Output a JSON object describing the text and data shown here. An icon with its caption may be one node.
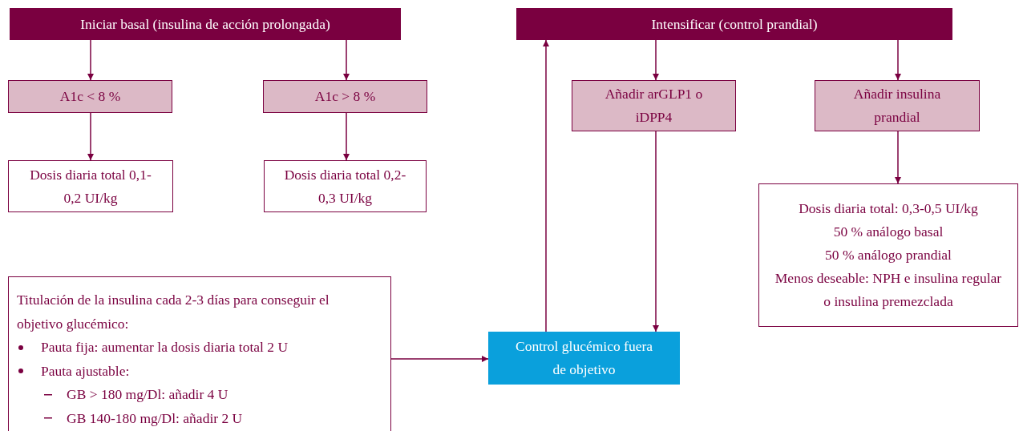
{
  "diagram": {
    "nodes": [
      {
        "text": [
          "Iniciar basal (insulina de acción prolongada)"
        ]
      },
      {
        "text": [
          "A1c < 8 %"
        ]
      },
      {
        "text": [
          "A1c > 8 %"
        ]
      },
      {
        "text": [
          "Dosis diaria total 0,1-0,2 UI/kg"
        ]
      },
      {
        "text": [
          "Dosis diaria total 0,2-0,3 UI/kg"
        ]
      },
      {
        "text": [
          "Titulación de la insulina cada 2-3 días para conseguir el objetivo glucémico:",
          "Pauta fija: aumentar la dosis diaria total 2 U",
          "Pauta ajustable:",
          "GB > 180 mg/Dl: añadir 4 U",
          "GB 140-180 mg/Dl: añadir 2 U"
        ]
      },
      {
        "text": [
          "Control glucémico fuera de objetivo"
        ]
      },
      {
        "text": [
          "Intensificar (control prandial)"
        ]
      },
      {
        "text": [
          "Añadir arGLP1 o iDPP4"
        ]
      },
      {
        "text": [
          "Añadir insulina prandial"
        ]
      },
      {
        "text": [
          "Dosis diaria total: 0,3-0,5 UI/kg",
          "50 % análogo basal",
          "50 % análogo prandial",
          "Menos deseable: NPH e insulina regular o insulina premezclada"
        ]
      }
    ],
    "edges": [
      {
        "from": 0,
        "to": 1,
        "arrow": "to"
      },
      {
        "from": 0,
        "to": 2,
        "arrow": "to"
      },
      {
        "from": 1,
        "to": 3,
        "arrow": "to"
      },
      {
        "from": 2,
        "to": 4,
        "arrow": "to"
      },
      {
        "from": 5,
        "to": 6,
        "arrow": "to"
      },
      {
        "from": 6,
        "to": 7,
        "arrow": "to"
      },
      {
        "from": 7,
        "to": 8,
        "arrow": "to"
      },
      {
        "from": 7,
        "to": 9,
        "arrow": "to"
      },
      {
        "from": 8,
        "to": 6,
        "arrow": "to"
      },
      {
        "from": 9,
        "to": 10,
        "arrow": "to"
      }
    ]
  }
}
